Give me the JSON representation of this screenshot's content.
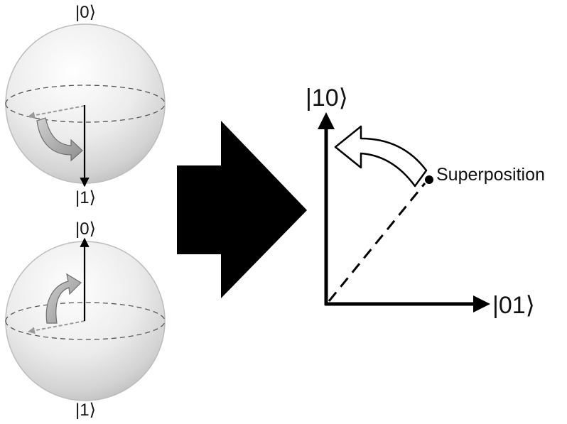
{
  "top_sphere": {
    "label_top": "|0⟩",
    "label_bottom": "|1⟩"
  },
  "bottom_sphere": {
    "label_top": "|0⟩",
    "label_bottom": "|1⟩"
  },
  "axes": {
    "y_label": "|10⟩",
    "x_label": "|01⟩"
  },
  "point_label": "Superposition",
  "colors": {
    "axis": "#000000",
    "sphere_shade": "#d9d9d9",
    "rotation_arrow": "#a8a8a8",
    "big_arrow": "#000000"
  }
}
